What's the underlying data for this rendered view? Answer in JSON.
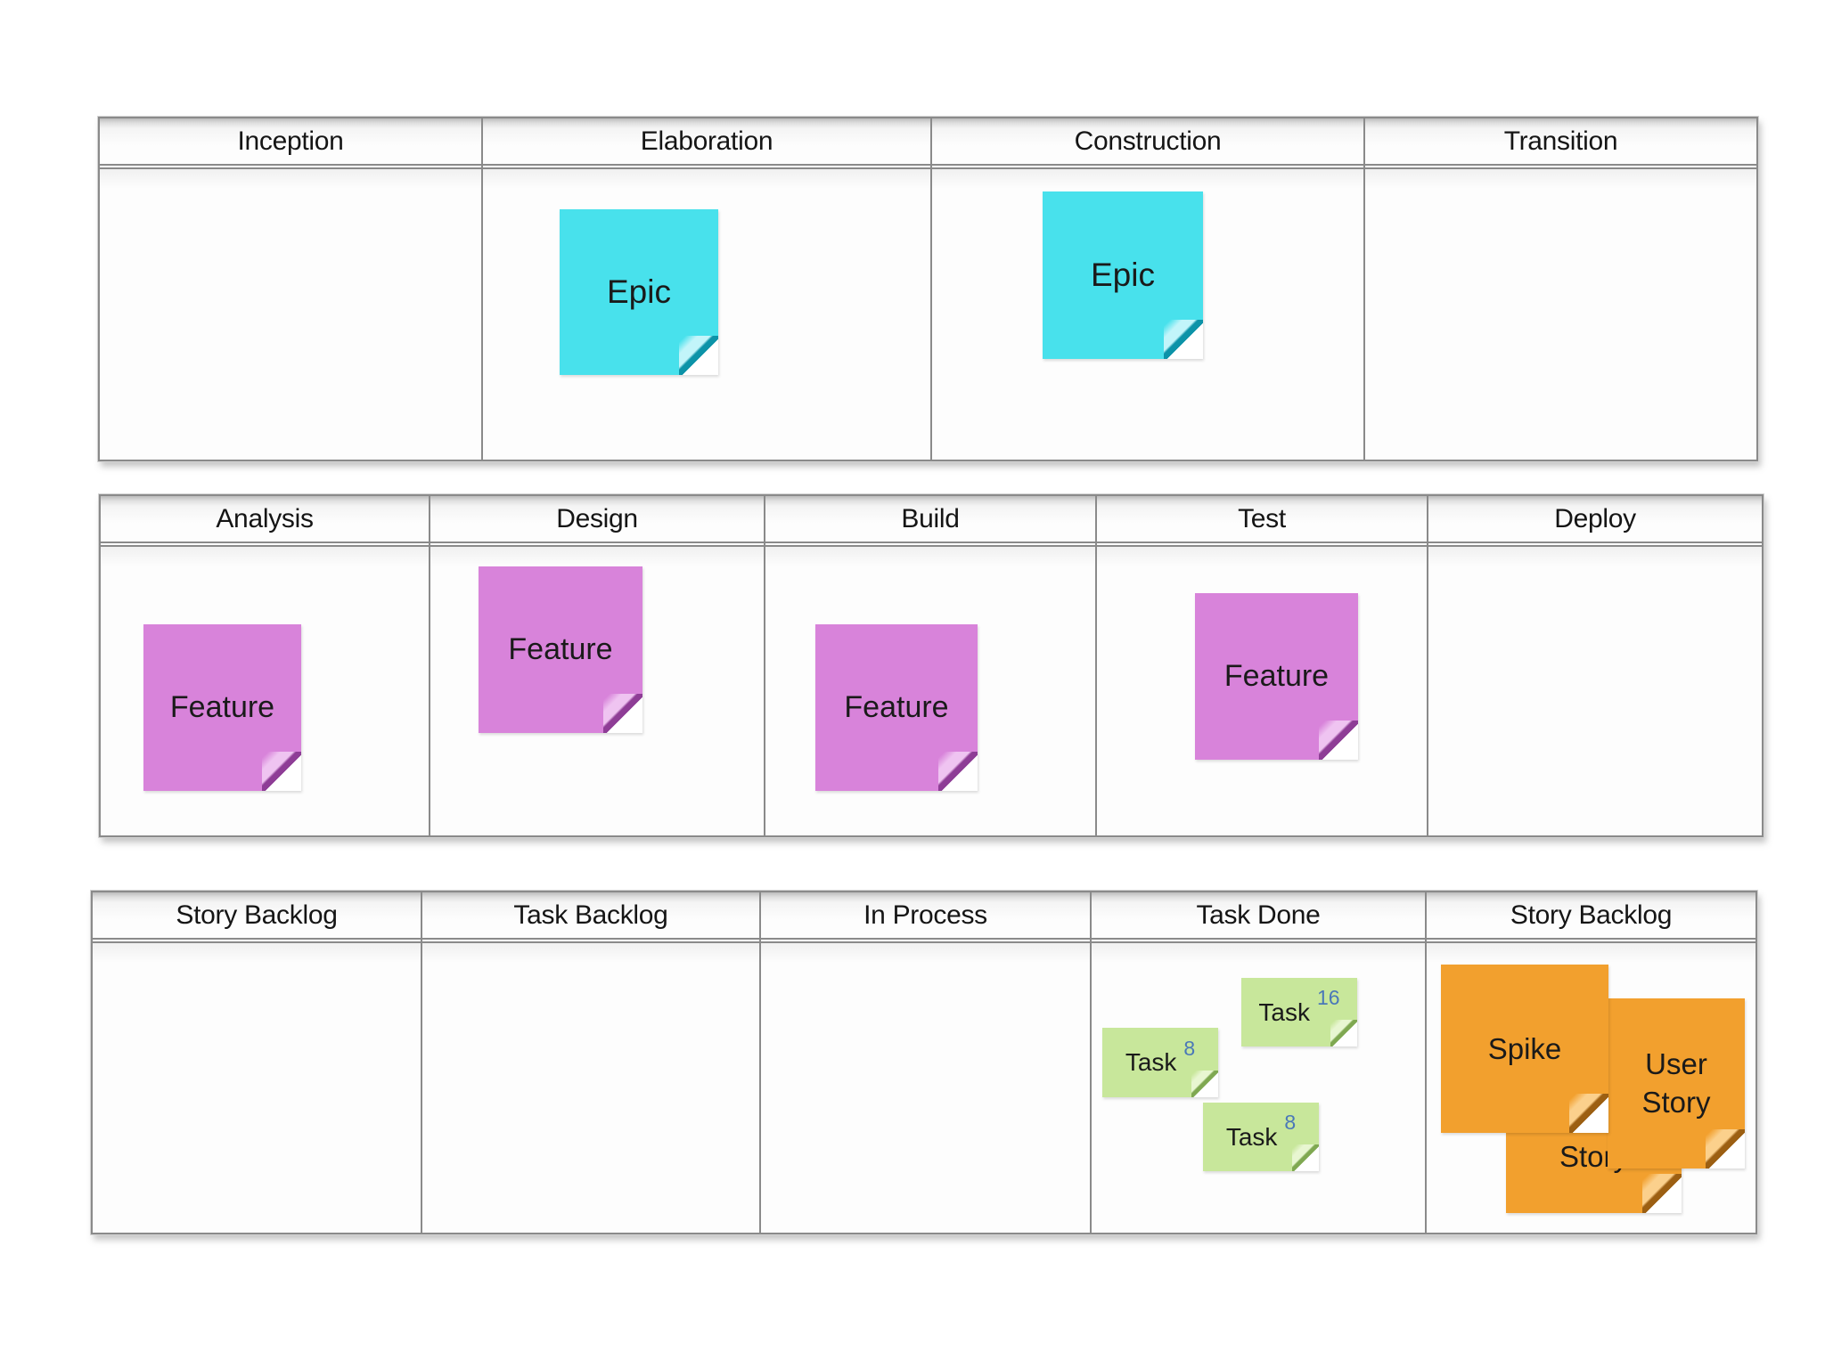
{
  "board": {
    "tables": [
      {
        "id": "phases",
        "columns": [
          "Inception",
          "Elaboration",
          "Construction",
          "Transition"
        ]
      },
      {
        "id": "disciplines",
        "columns": [
          "Analysis",
          "Design",
          "Build",
          "Test",
          "Deploy"
        ]
      },
      {
        "id": "kanban",
        "columns": [
          "Story Backlog",
          "Task Backlog",
          "In Process",
          "Task Done",
          "Story Backlog"
        ]
      }
    ],
    "notes": {
      "epics": [
        {
          "label": "Epic",
          "location": "Elaboration"
        },
        {
          "label": "Epic",
          "location": "Construction"
        }
      ],
      "features": [
        {
          "label": "Feature",
          "location": "Analysis"
        },
        {
          "label": "Feature",
          "location": "Design"
        },
        {
          "label": "Feature",
          "location": "Build"
        },
        {
          "label": "Feature",
          "location": "Test"
        }
      ],
      "tasks": [
        {
          "label": "Task",
          "points": "16",
          "location": "Task Done"
        },
        {
          "label": "Task",
          "points": "8",
          "location": "Task Done"
        },
        {
          "label": "Task",
          "points": "8",
          "location": "Task Done"
        }
      ],
      "stories": [
        {
          "label": "Spike",
          "location": "Story Backlog"
        },
        {
          "label": "User Story",
          "location": "Story Backlog"
        },
        {
          "label": "Story",
          "location": "Story Backlog"
        }
      ]
    },
    "colors": {
      "epic_note": "#48e1ec",
      "feature_note": "#d883da",
      "task_note": "#c8e79b",
      "story_note": "#f2a02e",
      "task_points_text": "#4a78b8",
      "table_border": "#8a8a8a"
    }
  }
}
